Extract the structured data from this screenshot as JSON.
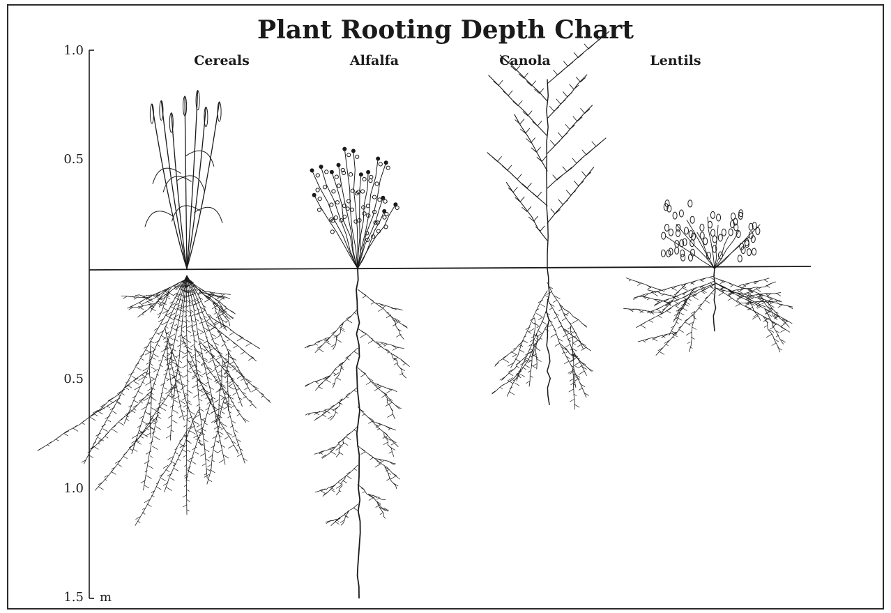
{
  "title": "Plant Rooting Depth Chart",
  "axis": {
    "above_ground_ticks": [
      "1.0",
      "0.5"
    ],
    "below_ground_ticks": [
      "0.5",
      "1.0",
      "1.5"
    ],
    "unit": "m"
  },
  "plants": [
    {
      "name": "Cereals",
      "root_depth_m": 1.15,
      "shoot_height_m": 0.82
    },
    {
      "name": "Alfalfa",
      "root_depth_m": 1.5,
      "shoot_height_m": 0.6
    },
    {
      "name": "Canola",
      "root_depth_m": 0.62,
      "shoot_height_m": 0.86
    },
    {
      "name": "Lentils",
      "root_depth_m": 0.3,
      "shoot_height_m": 0.3
    }
  ],
  "colors": {
    "ink": "#1a1a1a",
    "background": "#ffffff"
  }
}
